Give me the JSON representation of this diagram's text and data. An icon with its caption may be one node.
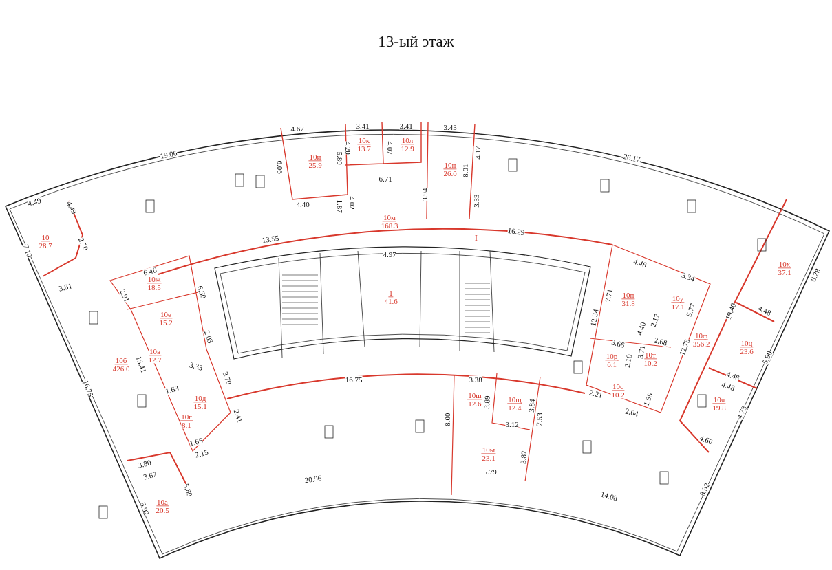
{
  "diagram": {
    "title": "13-ый этаж",
    "nodes": [
      {
        "text": [
          "10к",
          "13.7"
        ]
      },
      {
        "text": [
          "10л",
          "12.9"
        ]
      },
      {
        "text": [
          "10и",
          "25.9"
        ]
      },
      {
        "text": [
          "10н",
          "26.0"
        ]
      },
      {
        "text": [
          "10м",
          "168.3"
        ]
      },
      {
        "text": [
          "10",
          "28.7"
        ]
      },
      {
        "text": [
          "10х",
          "37.1"
        ]
      },
      {
        "text": [
          "10ж",
          "18.5"
        ]
      },
      {
        "text": [
          "1",
          "41.6"
        ]
      },
      {
        "text": [
          "10п",
          "31.8"
        ]
      },
      {
        "text": [
          "10у",
          "17.1"
        ]
      },
      {
        "text": [
          "10е",
          "15.2"
        ]
      },
      {
        "text": [
          "10ф",
          "356.2"
        ]
      },
      {
        "text": [
          "10ц",
          "23.6"
        ]
      },
      {
        "text": [
          "10в",
          "12.7"
        ]
      },
      {
        "text": [
          "10т",
          "10.2"
        ]
      },
      {
        "text": [
          "10р",
          "6.1"
        ]
      },
      {
        "text": [
          "10б",
          "426.0"
        ]
      },
      {
        "text": [
          "10с",
          "10.2"
        ]
      },
      {
        "text": [
          "10ш",
          "12.6"
        ]
      },
      {
        "text": [
          "10д",
          "15.1"
        ]
      },
      {
        "text": [
          "10щ",
          "12.4"
        ]
      },
      {
        "text": [
          "10ч",
          "19.8"
        ]
      },
      {
        "text": [
          "10г",
          "8.1"
        ]
      },
      {
        "text": [
          "10ы",
          "23.1"
        ]
      },
      {
        "text": [
          "10а",
          "20.5"
        ]
      }
    ],
    "labels": [
      "3.41",
      "3.41",
      "3.43",
      "4.67",
      "4.20",
      "4.07",
      "4.17",
      "5.80",
      "19.06",
      "26.17",
      "6.06",
      "8.01",
      "6.71",
      "3.94",
      "3.33",
      "4.49",
      "4.40",
      "1.87",
      "4.02",
      "4.49",
      "16.29",
      "I",
      "13.55",
      "2.70",
      "7.10",
      "4.97",
      "4.48",
      "6.46",
      "3.34",
      "3.81",
      "8.28",
      "6.50",
      "2.91",
      "7.71",
      "5.77",
      "19.40",
      "4.48",
      "12.34",
      "2.17",
      "4.40",
      "2.03",
      "3.66",
      "2.68",
      "12.75",
      "3.71",
      "2.10",
      "5.90",
      "15.41",
      "3.33",
      "3.70",
      "16.75",
      "3.38",
      "4.48",
      "4.48",
      "2.21",
      "1.63",
      "16.75",
      "3.89",
      "3.84",
      "1.95",
      "2.04",
      "4.73",
      "2.41",
      "8.00",
      "7.53",
      "3.12",
      "4.60",
      "1.65",
      "2.15",
      "3.87",
      "3.80",
      "5.79",
      "3.67",
      "20.96",
      "5.80",
      "8.32",
      "14.08",
      "5.92"
    ]
  }
}
